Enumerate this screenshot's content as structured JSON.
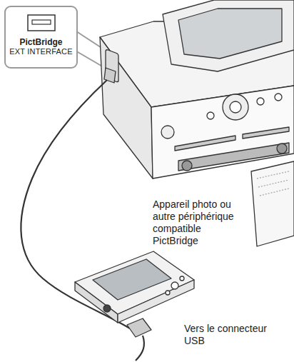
{
  "diagram": {
    "nodes": [
      {
        "text": [
          "PictBridge",
          "EXT INTERFACE"
        ]
      }
    ],
    "labels": [
      "Appareil photo ou autre périphérique compatible PictBridge",
      "Vers le connecteur USB"
    ]
  }
}
